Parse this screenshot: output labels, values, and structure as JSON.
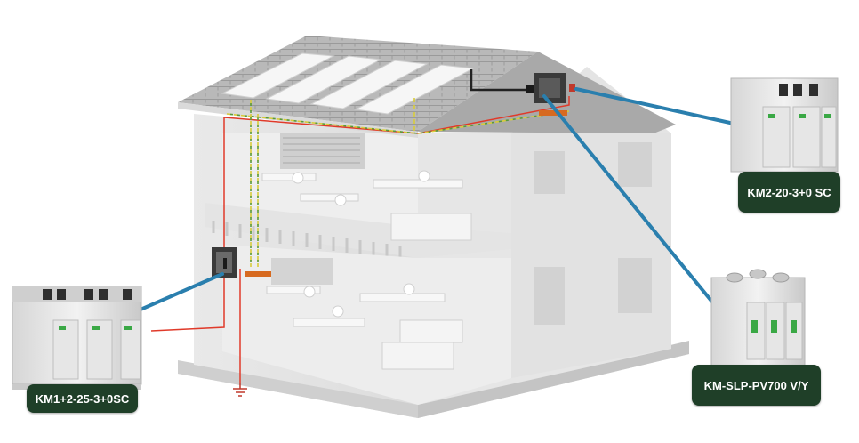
{
  "labels": {
    "km1": "KM1+2-25-3+0SC",
    "km2": "KM2-20-3+0 SC",
    "pv": "KM-SLP-PV700 V/Y"
  },
  "colors": {
    "label_bg": "#1f3f28",
    "label_text": "#ffffff",
    "connector": "#2a7fae",
    "power_line": "#e03a2a",
    "earth_line_yellow": "#d8cc3a",
    "earth_line_green": "#5a9a3a",
    "device_green": "#3aa845"
  },
  "icons": [
    "house-cutaway-illustration",
    "solar-panel-icon",
    "surge-protector-icon",
    "ground-symbol-icon",
    "distribution-box-icon"
  ]
}
